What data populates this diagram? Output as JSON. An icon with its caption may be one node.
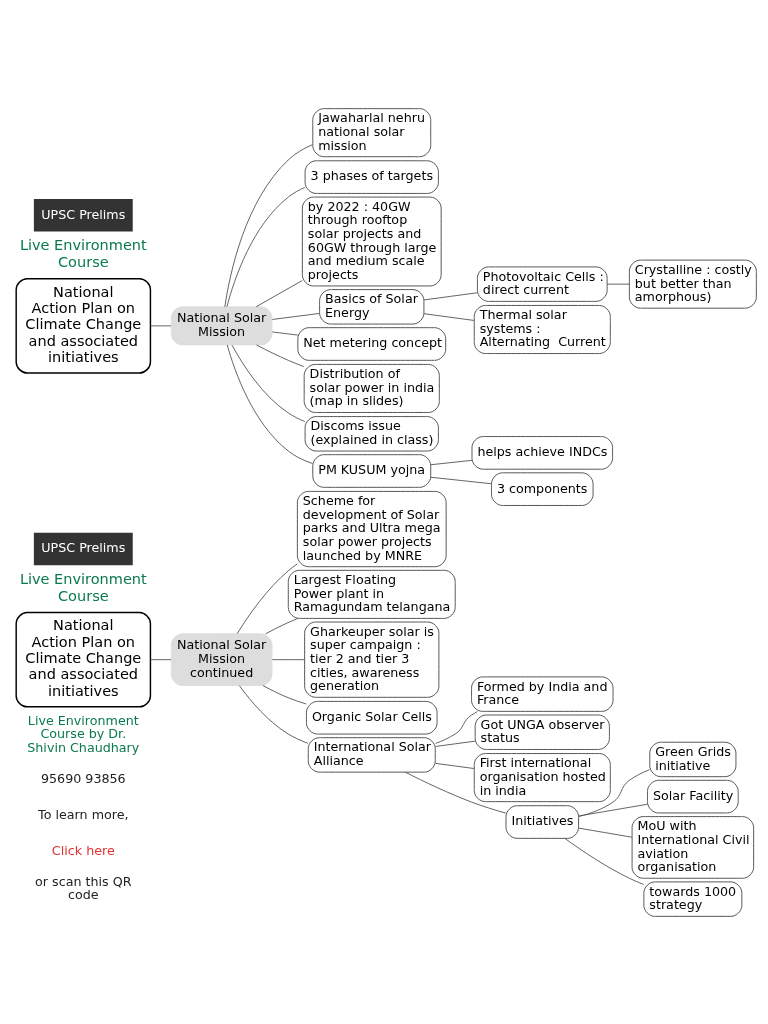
{
  "diagram": {
    "nodes": [
      {
        "text": [
          "National Action Plan on Climate Change and associated initiatives"
        ]
      },
      {
        "text": [
          "National Solar Mission continued"
        ]
      },
      {
        "text": [
          "Scheme for development of Solar parks and Ultra mega solar power projects launched by MNRE"
        ]
      },
      {
        "text": [
          "Largest Floating Power plant in Ramagundam telangana"
        ]
      },
      {
        "text": [
          "Gharkeuper solar is super campaign : tier 2 and tier 3 cities, awareness generation"
        ]
      },
      {
        "text": [
          "Organic Solar Cells"
        ]
      },
      {
        "text": [
          "International Solar Alliance"
        ]
      },
      {
        "text": [
          "Formed by India and France"
        ]
      },
      {
        "text": [
          "Got UNGA observer status"
        ]
      },
      {
        "text": [
          "First international organisation hosted in india"
        ]
      },
      {
        "text": [
          "Initiatives"
        ]
      },
      {
        "text": [
          "Green Grids initiative"
        ]
      },
      {
        "text": [
          "Solar Facility"
        ]
      },
      {
        "text": [
          "MoU with International Civil aviation organisation"
        ]
      },
      {
        "text": [
          "towards 1000 strategy"
        ]
      },
      {
        "text": [
          "National Action Plan on Climate Change and associated initiatives"
        ]
      },
      {
        "text": [
          "National Solar Mission"
        ]
      },
      {
        "text": [
          "Jawaharlal nehru national solar mission"
        ]
      },
      {
        "text": [
          "3 phases of targets"
        ]
      },
      {
        "text": [
          "by 2022 : 40GW through rooftop solar projects and 60GW through large and medium scale projects"
        ]
      },
      {
        "text": [
          "Basics of Solar Energy"
        ]
      },
      {
        "text": [
          "Photovoltaic Cells : direct current"
        ]
      },
      {
        "text": [
          "Crystalline : costly but better than amorphous)"
        ]
      },
      {
        "text": [
          "Thermal solar systems : Alternating  Current"
        ]
      },
      {
        "text": [
          "Net metering concept"
        ]
      },
      {
        "text": [
          "Distribution of solar power in india (map in slides)"
        ]
      },
      {
        "text": [
          "Discoms issue (explained in class)"
        ]
      },
      {
        "text": [
          "PM KUSUM yojna"
        ]
      },
      {
        "text": [
          "helps achieve INDCs"
        ]
      },
      {
        "text": [
          "3 components"
        ]
      }
    ],
    "edges": [
      {
        "from": 0,
        "to": 1,
        "arrow": "none"
      },
      {
        "from": 1,
        "to": 2,
        "arrow": "none"
      },
      {
        "from": 1,
        "to": 3,
        "arrow": "none"
      },
      {
        "from": 1,
        "to": 4,
        "arrow": "none"
      },
      {
        "from": 1,
        "to": 5,
        "arrow": "none"
      },
      {
        "from": 1,
        "to": 6,
        "arrow": "none"
      },
      {
        "from": 6,
        "to": 7,
        "arrow": "none"
      },
      {
        "from": 6,
        "to": 8,
        "arrow": "none"
      },
      {
        "from": 6,
        "to": 9,
        "arrow": "none"
      },
      {
        "from": 6,
        "to": 10,
        "arrow": "none"
      },
      {
        "from": 10,
        "to": 11,
        "arrow": "none"
      },
      {
        "from": 10,
        "to": 12,
        "arrow": "none"
      },
      {
        "from": 10,
        "to": 13,
        "arrow": "none"
      },
      {
        "from": 10,
        "to": 14,
        "arrow": "none"
      },
      {
        "from": 15,
        "to": 16,
        "arrow": "none"
      },
      {
        "from": 16,
        "to": 17,
        "arrow": "none"
      },
      {
        "from": 16,
        "to": 18,
        "arrow": "none"
      },
      {
        "from": 16,
        "to": 19,
        "arrow": "none"
      },
      {
        "from": 16,
        "to": 20,
        "arrow": "none"
      },
      {
        "from": 20,
        "to": 21,
        "arrow": "none"
      },
      {
        "from": 21,
        "to": 22,
        "arrow": "none"
      },
      {
        "from": 20,
        "to": 23,
        "arrow": "none"
      },
      {
        "from": 16,
        "to": 24,
        "arrow": "none"
      },
      {
        "from": 16,
        "to": 25,
        "arrow": "none"
      },
      {
        "from": 16,
        "to": 26,
        "arrow": "none"
      },
      {
        "from": 16,
        "to": 27,
        "arrow": "none"
      },
      {
        "from": 27,
        "to": 28,
        "arrow": "none"
      },
      {
        "from": 27,
        "to": 29,
        "arrow": "none"
      }
    ],
    "labels": [
      "UPSC Prelims",
      "Live Environment Course",
      "Live Environment Course by Dr. Shivin Chaudhary",
      "95690 93856",
      "To learn more,",
      "Click here",
      "or scan this QR code",
      "UPSC Prelims",
      "Live Environment Course"
    ]
  }
}
